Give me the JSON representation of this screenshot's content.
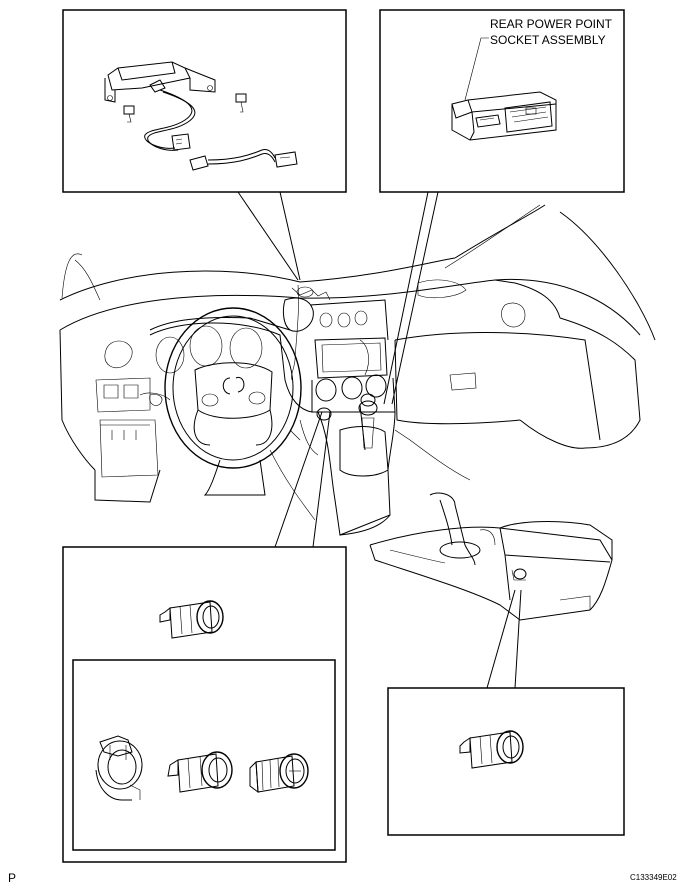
{
  "diagram": {
    "callout_label_line1": "REAR POWER POINT",
    "callout_label_line2": "SOCKET ASSEMBLY",
    "corner_mark": "P",
    "figure_code": "C133349E02"
  }
}
